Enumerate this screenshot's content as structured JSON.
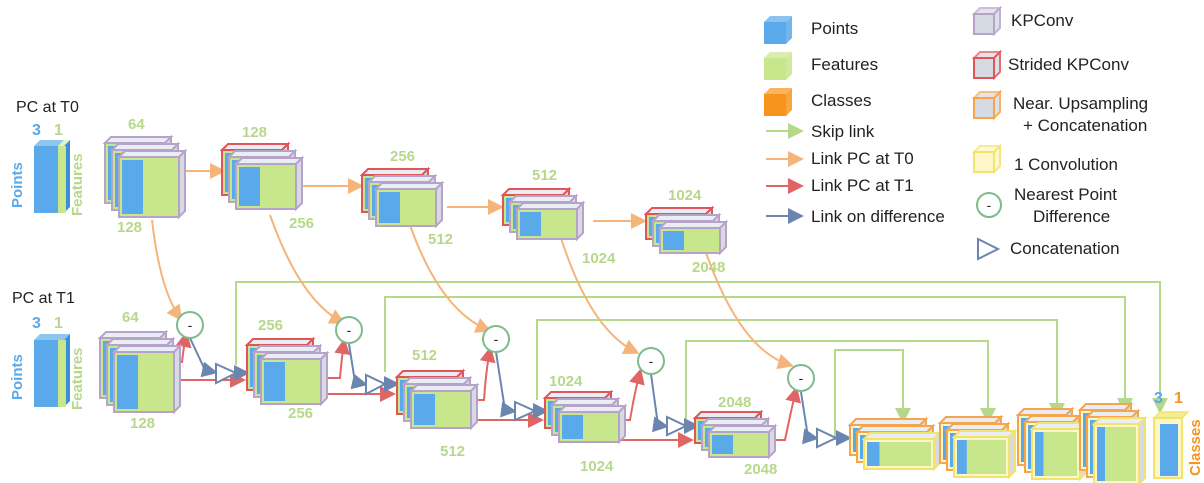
{
  "colors": {
    "points": "#5aa9ea",
    "features": "#c8e68c",
    "classes": "#f7941d",
    "kpconv_border": "#b7a3c9",
    "strided_border": "#e0555a",
    "upsample_border": "#f7a44a",
    "conv1_border": "#f2e36a",
    "skip_link": "#b5d98b",
    "link_t0": "#f5b57a",
    "link_t1": "#e06666",
    "link_diff": "#6a86b0",
    "diff_circle": "#7dbb8a",
    "concat": "#6a86b0"
  },
  "inputs": {
    "t0_title": "PC at T0",
    "t1_title": "PC at T1",
    "points_dim": "3",
    "features_dim": "1",
    "points_label": "Points",
    "features_label": "Features"
  },
  "encoder_t0": {
    "labels": [
      "64",
      "128",
      "128",
      "256",
      "256",
      "512",
      "512",
      "1024",
      "1024",
      "2048"
    ]
  },
  "encoder_t1": {
    "labels": [
      "64",
      "128",
      "256",
      "256",
      "512",
      "512",
      "1024",
      "1024",
      "2048",
      "2048"
    ]
  },
  "output": {
    "points_dim": "3",
    "classes_dim": "1",
    "classes_label": "Classes"
  },
  "legend": {
    "items": [
      {
        "icon": "points-cube-icon",
        "label": "Points"
      },
      {
        "icon": "features-cube-icon",
        "label": "Features"
      },
      {
        "icon": "classes-cube-icon",
        "label": "Classes"
      },
      {
        "icon": "skip-link-arrow-icon",
        "label": "Skip link"
      },
      {
        "icon": "link-t0-arrow-icon",
        "label": "Link PC at T0"
      },
      {
        "icon": "link-t1-arrow-icon",
        "label": "Link PC at T1"
      },
      {
        "icon": "link-difference-arrow-icon",
        "label": "Link on difference"
      },
      {
        "icon": "kpconv-cube-icon",
        "label": "KPConv"
      },
      {
        "icon": "strided-kpconv-cube-icon",
        "label": "Strided KPConv"
      },
      {
        "icon": "upsampling-cube-icon",
        "label": "Near. Upsampling"
      },
      {
        "icon": "concatenation-text",
        "label": "+ Concatenation"
      },
      {
        "icon": "conv1-cube-icon",
        "label": "1 Convolution"
      },
      {
        "icon": "nearest-point-difference-icon",
        "label": "Nearest Point"
      },
      {
        "icon": "nearest-point-difference-text",
        "label": "Difference"
      },
      {
        "icon": "concatenation-triangle-icon",
        "label": "Concatenation"
      }
    ]
  },
  "diff_symbol": "-"
}
